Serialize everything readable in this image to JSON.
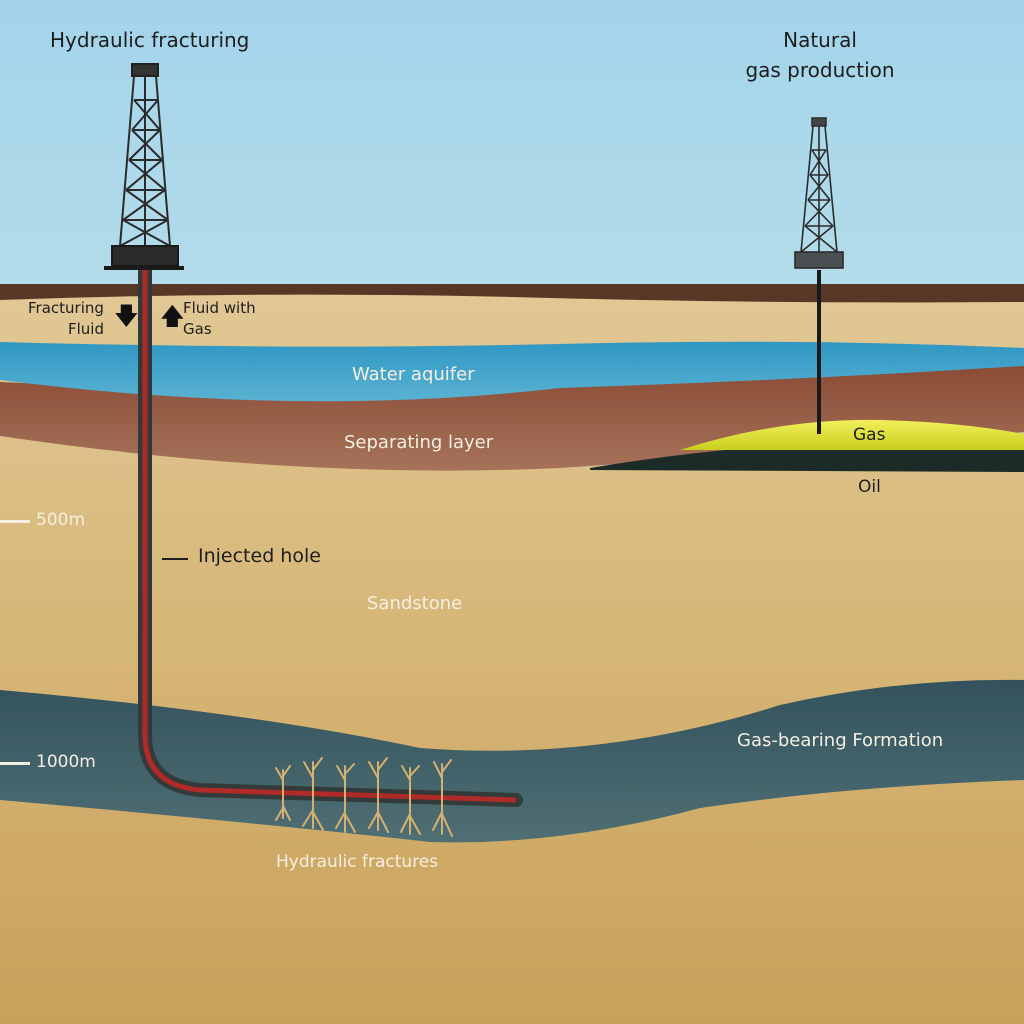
{
  "title_left": "Hydraulic fracturing",
  "title_right_line1": "Natural",
  "title_right_line2": "gas production",
  "fracturing_fluid_line1": "Fracturing",
  "fracturing_fluid_line2": "Fluid",
  "fluid_with_gas_line1": "Fluid with",
  "fluid_with_gas_line2": "Gas",
  "water_aquifer": "Water aquifer",
  "separating_layer": "Separating layer",
  "gas": "Gas",
  "oil": "Oil",
  "depth_500": "500m",
  "depth_1000": "1000m",
  "injected_hole": "Injected hole",
  "sandstone": "Sandstone",
  "gas_bearing_formation": "Gas-bearing Formation",
  "hydraulic_fractures": "Hydraulic fractures",
  "icons": [
    "drilling-rig-icon",
    "arrow-down-icon",
    "arrow-up-icon"
  ],
  "colors": {
    "sky": "#a9d7ea",
    "topsoil": "#5a3a26",
    "aquifer": "#3a9cc4",
    "separating_layer": "#935741",
    "gas_pocket": "#e2e43a",
    "oil": "#1c2b28",
    "formation": "#3d5d66",
    "pipe": "#b02a27"
  }
}
